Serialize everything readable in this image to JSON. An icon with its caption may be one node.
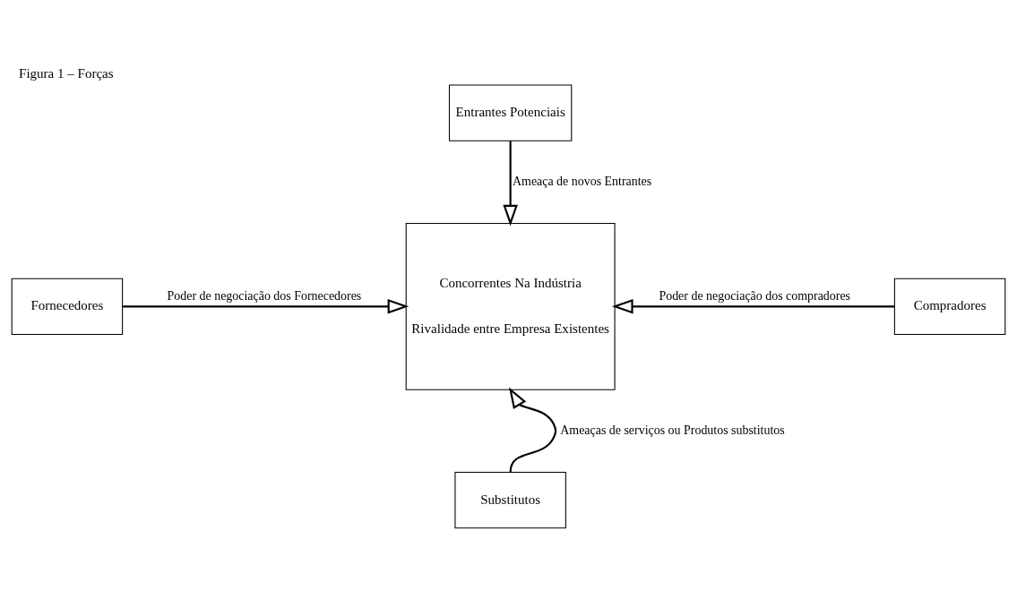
{
  "diagram": {
    "title": "Figura 1 – Forças",
    "nodes": [
      {
        "text": [
          "Entrantes Potenciais"
        ]
      },
      {
        "text": [
          "Concorrentes Na Indústria",
          "Rivalidade entre Empresa Existentes"
        ]
      },
      {
        "text": [
          "Fornecedores"
        ]
      },
      {
        "text": [
          "Compradores"
        ]
      },
      {
        "text": [
          "Substitutos"
        ]
      }
    ],
    "edges": [
      {
        "from": 0,
        "to": 1,
        "arrow": "to",
        "label": "Ameaça de novos Entrantes"
      },
      {
        "from": 2,
        "to": 1,
        "arrow": "to",
        "label": "Poder de negociação dos Fornecedores"
      },
      {
        "from": 3,
        "to": 1,
        "arrow": "to",
        "label": "Poder de negociação dos compradores"
      },
      {
        "from": 4,
        "to": 1,
        "arrow": "to",
        "label": "Ameaças de serviços ou Produtos substitutos"
      }
    ]
  }
}
